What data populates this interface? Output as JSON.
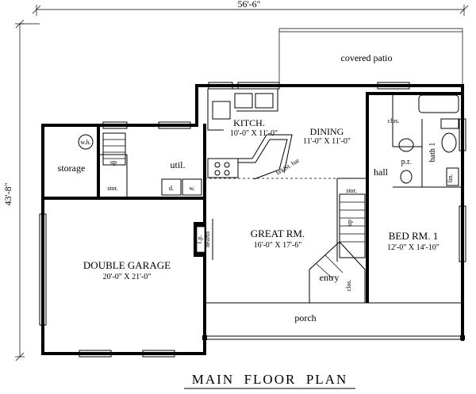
{
  "dimensions": {
    "width": "56'-6\"",
    "depth": "43'-8\""
  },
  "rooms": {
    "covered_patio": "covered patio",
    "kitchen": {
      "name": "KITCH.",
      "size": "10'-0\" X 11'-0\""
    },
    "dining": {
      "name": "DINING",
      "size": "11'-0\" X 11'-0\""
    },
    "great_room": {
      "name": "GREAT RM.",
      "size": "16'-0\" X 17'-6\""
    },
    "bedroom": {
      "name": "BED RM. 1",
      "size": "12'-0\" X 14'-10\""
    },
    "garage": {
      "name": "DOUBLE GARAGE",
      "size": "20'-0\" X 21'-0\""
    },
    "storage": "storage",
    "utility": "util.",
    "porch": "porch",
    "bath": "bath 1",
    "hall": "hall",
    "powder_room": "p.r.",
    "entry": "entry",
    "closet": "clos.",
    "closet_entry": "clos.",
    "stor_util": "stor.",
    "stor_stair": "stor.",
    "linen": "lin.",
    "water_heater": "w.h.",
    "dryer": "d.",
    "washer": "w.",
    "fireplace": "f.p.",
    "hearth": "hearth",
    "breakfast_bar": "brkfst. bar",
    "stair_up_util": "up",
    "stair_up_great": "up"
  },
  "title": "MAIN  FLOOR  PLAN"
}
